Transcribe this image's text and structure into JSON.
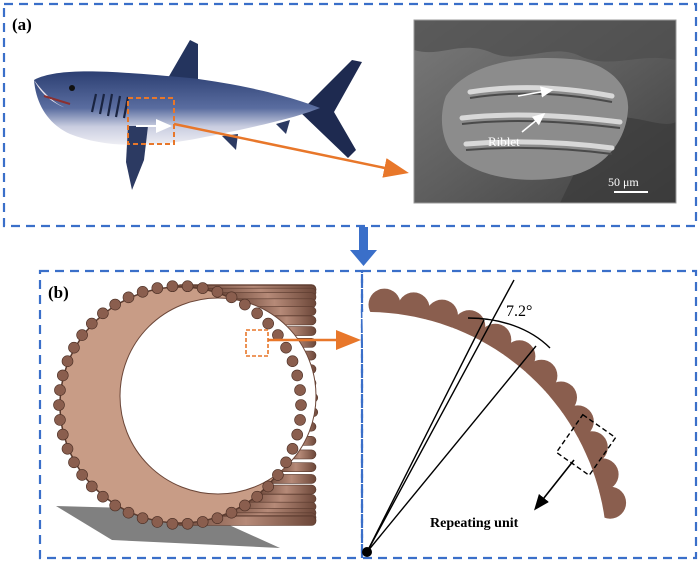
{
  "panel_a": {
    "label": "(a)",
    "micrograph": {
      "annotation": "Riblet",
      "scale_bar": "50 μm"
    }
  },
  "panel_b": {
    "label": "(b)",
    "angle_label": "7.2°",
    "unit_label": "Repeating unit"
  },
  "colors": {
    "dashed_border": "#3a6fc9",
    "arrow_orange": "#e8772a",
    "connector_arrow": "#3a6fc9",
    "riblet_brown": "#8a5e4e",
    "cylinder_inner": "#c9a08c",
    "micrograph_bg": "#5a5a5a"
  }
}
